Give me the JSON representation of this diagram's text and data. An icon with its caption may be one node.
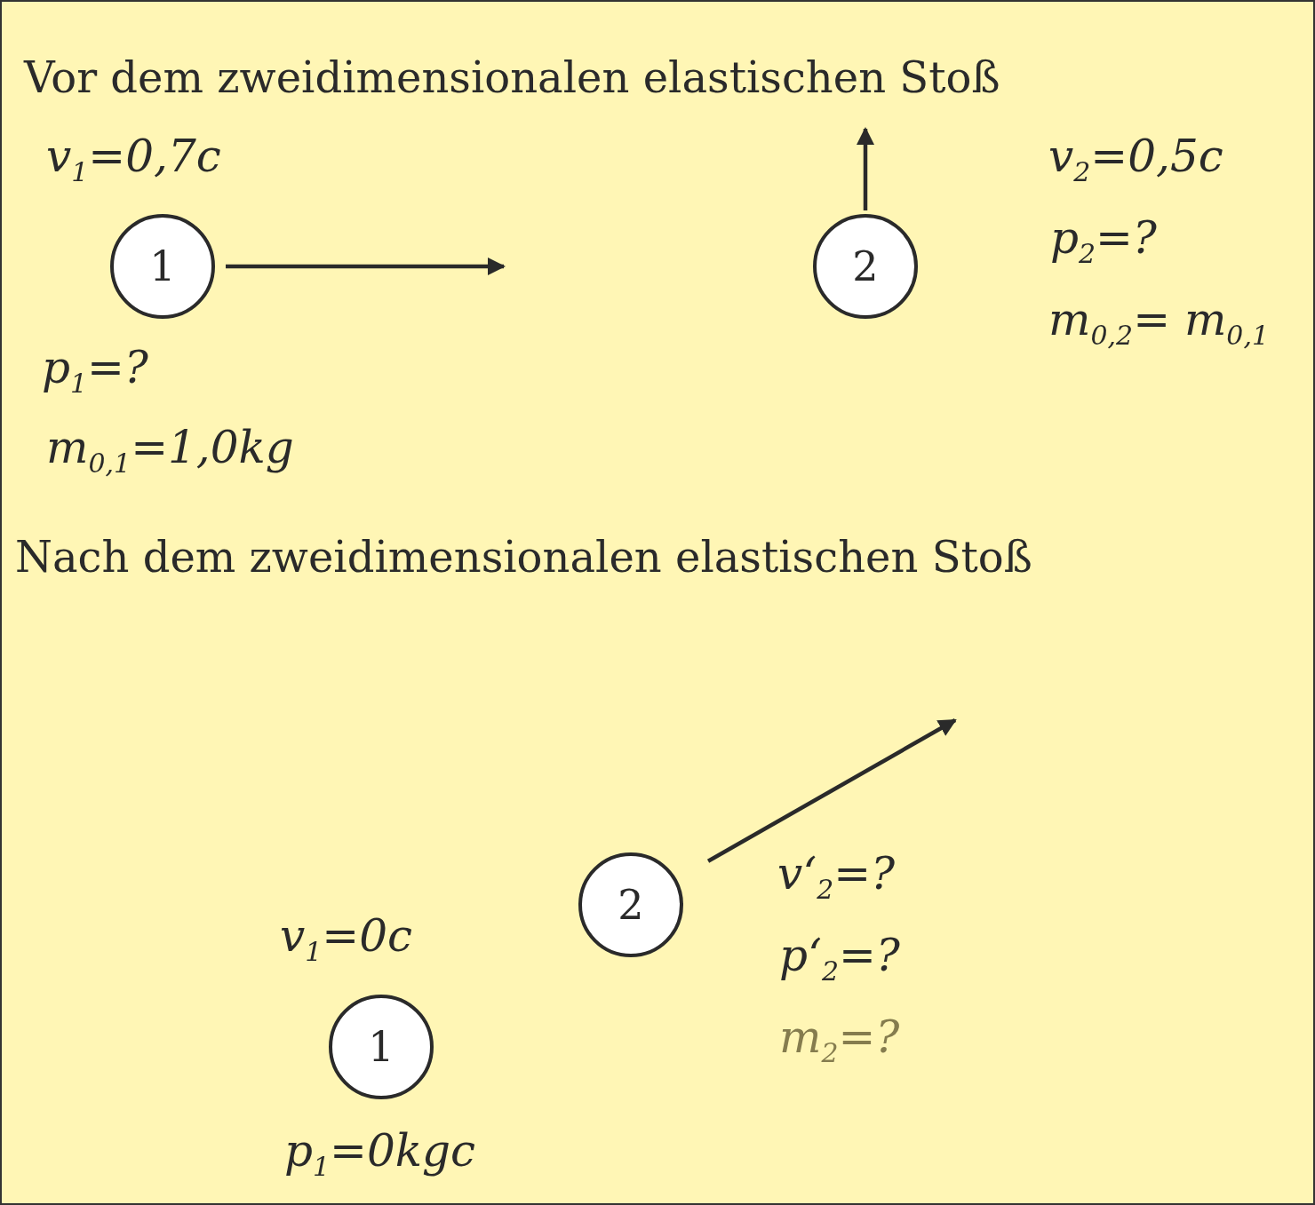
{
  "diagram": {
    "nodes": [
      {
        "text": [
          "1"
        ]
      },
      {
        "text": [
          "2"
        ]
      },
      {
        "text": [
          "2"
        ]
      },
      {
        "text": [
          "1"
        ]
      }
    ],
    "edges": [
      {
        "from": 0,
        "to": null,
        "arrow": "to"
      },
      {
        "from": 1,
        "to": null,
        "arrow": "to"
      },
      {
        "from": 2,
        "to": null,
        "arrow": "to"
      }
    ],
    "labels": [
      "Vor dem zweidimensionalen elastischen Stoß",
      "v$_{1}$=0,7c",
      "v$_{2}$=0,5c",
      "p$_{2}$=?",
      "m$_{0,2}$= m$_{0,1}$",
      "p$_{1}$=?",
      "m$_{0,1}$=1,0kg",
      "Nach dem zweidimensionalen elastischen Stoß",
      "v‘$_{2}$=?",
      "v$_{1}$=0c",
      "p‘$_{2}$=?",
      "m$_{2}$=?",
      "p$_{1}$=0kgc"
    ]
  }
}
